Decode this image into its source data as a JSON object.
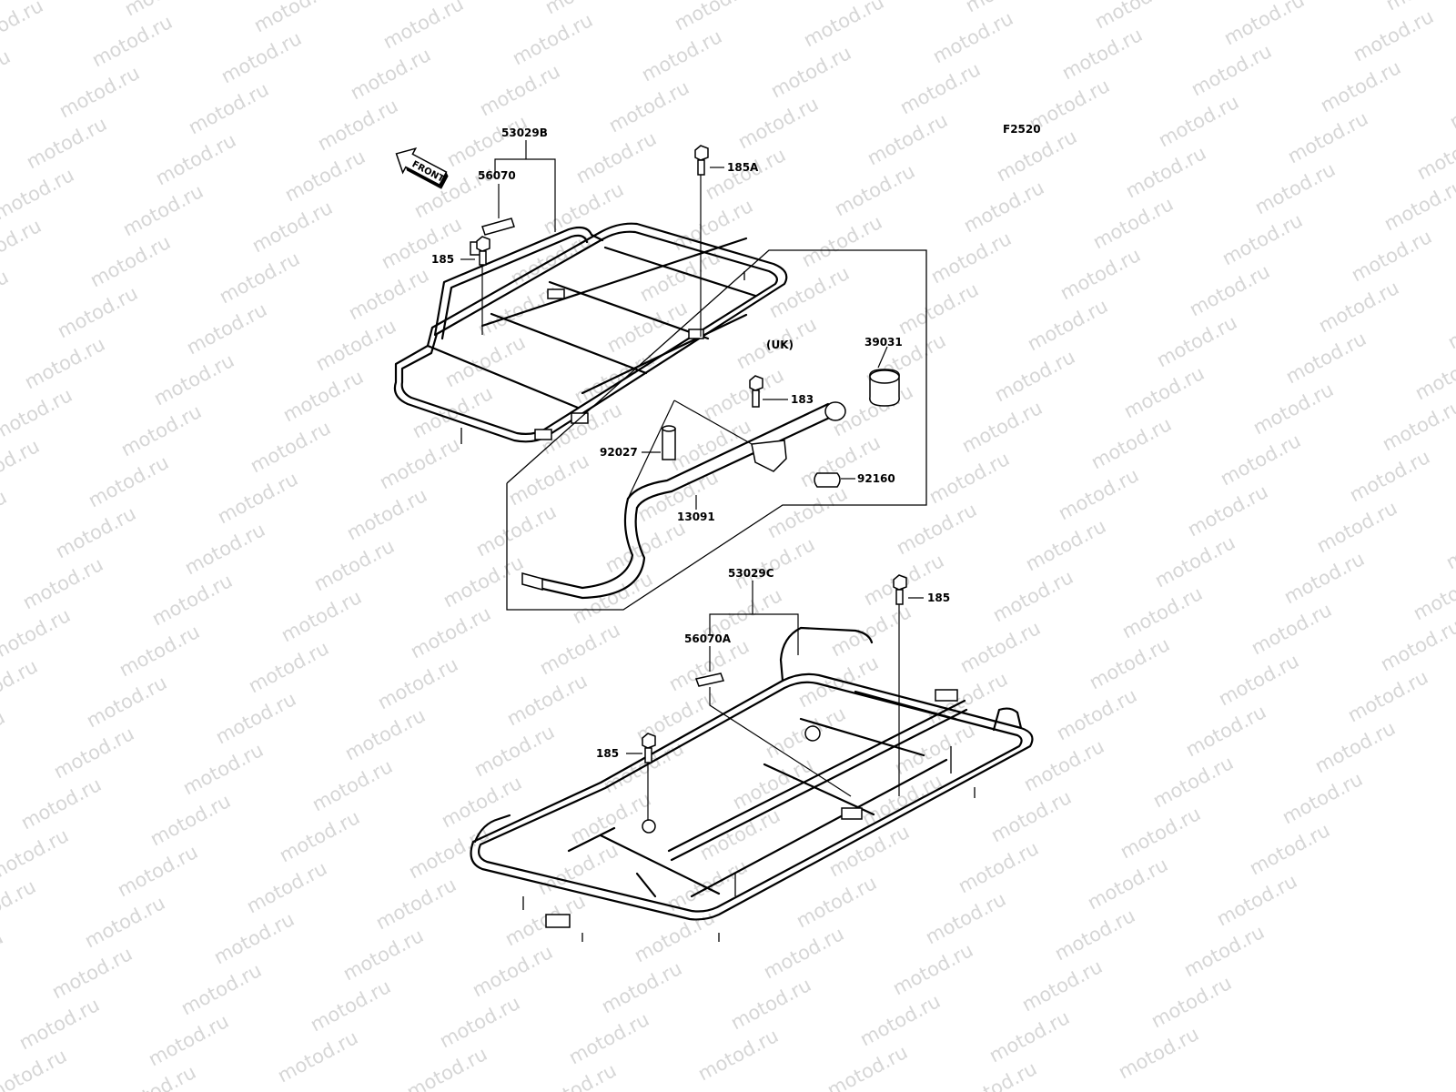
{
  "watermark": "motod.ru",
  "figure_code": "F2520",
  "front_arrow_text": "FRONT",
  "inset_note": "(UK)",
  "parts": [
    {
      "id": "p-53029B",
      "label": "53029B"
    },
    {
      "id": "p-56070",
      "label": "56070"
    },
    {
      "id": "p-185-top-left",
      "label": "185"
    },
    {
      "id": "p-185A",
      "label": "185A"
    },
    {
      "id": "p-39031",
      "label": "39031"
    },
    {
      "id": "p-183",
      "label": "183"
    },
    {
      "id": "p-92027",
      "label": "92027"
    },
    {
      "id": "p-92160",
      "label": "92160"
    },
    {
      "id": "p-13091",
      "label": "13091"
    },
    {
      "id": "p-53029C",
      "label": "53029C"
    },
    {
      "id": "p-185-rear-right",
      "label": "185"
    },
    {
      "id": "p-56070A",
      "label": "56070A"
    },
    {
      "id": "p-185-rear-left",
      "label": "185"
    }
  ]
}
